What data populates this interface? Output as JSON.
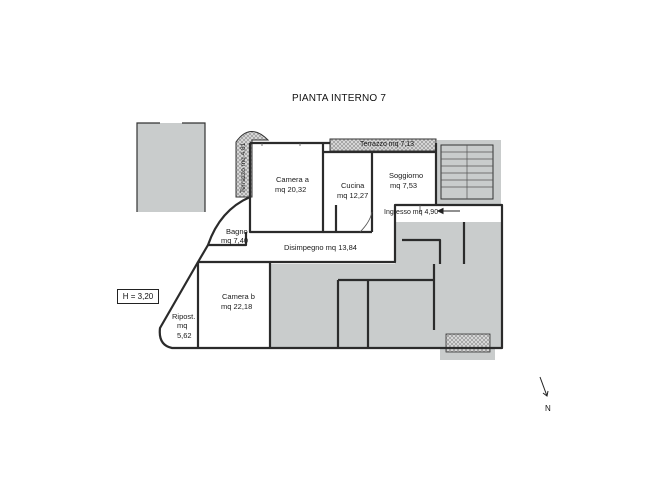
{
  "plan": {
    "title": "PIANTA INTERNO 7",
    "height_label": "H = 3,20",
    "north": "N",
    "rooms": {
      "terrazzo_top": "Terrazzo mq 7,13",
      "terrazzo_side": "Terrazzo mq 4,81",
      "camera_a_name": "Camera a",
      "camera_a_area": "mq 20,32",
      "cucina_name": "Cucina",
      "cucina_area": "mq  12,27",
      "soggiorno_name": "Soggiorno",
      "soggiorno_area": "mq  7,53",
      "ingresso": "Ingresso  mq  4,90",
      "bagno_name": "Bagno",
      "bagno_area": "mq 7,40",
      "disimpegno": "Disimpegno  mq 13,84",
      "camera_b_name": "Camera b",
      "camera_b_area": "mq 22,18",
      "ripost_name": "Ripost.",
      "ripost_unit": "mq",
      "ripost_area": "5,62"
    },
    "colors": {
      "wall": "#2b2b2b",
      "shaded": "#c9cccc",
      "hatch": "#9a9a9a",
      "line": "#333333"
    }
  }
}
